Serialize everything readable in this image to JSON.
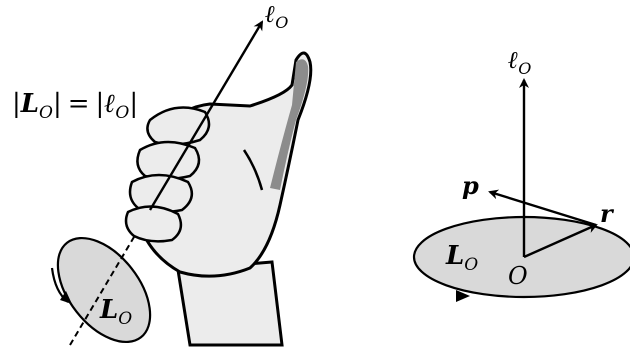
{
  "left_figure": {
    "magnitude_equation": "|L_O| = |ℓ_O|",
    "eq_lhs_bar_open": "|",
    "eq_lhs_symbol": "L",
    "eq_lhs_sub": "O",
    "eq_lhs_bar_close": "|",
    "eq_equals": "=",
    "eq_rhs_bar_open": "|",
    "eq_rhs_symbol": "ℓ",
    "eq_rhs_sub": "O",
    "eq_rhs_bar_close": "|",
    "axis_label_symbol": "ℓ",
    "axis_label_sub": "O",
    "ellipse_label_symbol": "L",
    "ellipse_label_sub": "O"
  },
  "right_figure": {
    "axis_label_symbol": "ℓ",
    "axis_label_sub": "O",
    "p_label": "p",
    "r_label": "r",
    "ellipse_label_symbol": "L",
    "ellipse_label_sub": "O",
    "origin_label": "O"
  },
  "colors": {
    "stroke": "#000000",
    "ellipse_fill": "#d9d9d9",
    "hand_fill": "#ececec",
    "hand_shadow": "#8c8c8c",
    "background": "#ffffff"
  }
}
